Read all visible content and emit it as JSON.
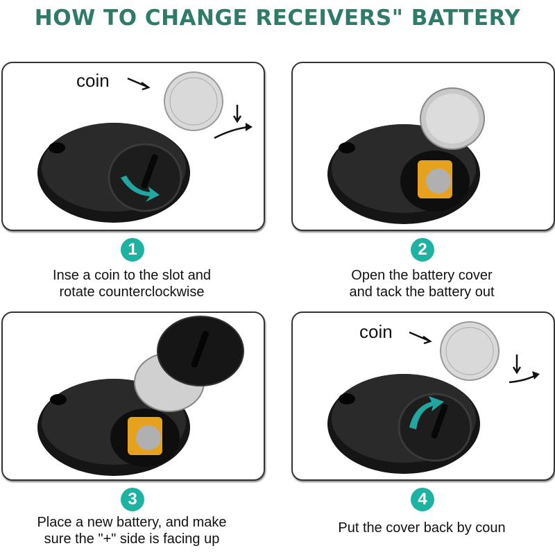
{
  "title": "HOW TO CHANGE RECEIVERS\" BATTERY",
  "colors": {
    "title": "#2f7a69",
    "badge": "#1db3a3",
    "arrow": "#1fa7a0",
    "device": "#151515"
  },
  "steps": [
    {
      "number": "1",
      "lines": [
        "Inse a coin to the slot and",
        "rotate counterclockwise"
      ],
      "coin_label": "coin"
    },
    {
      "number": "2",
      "lines": [
        "Open the battery cover",
        "and tack the battery out"
      ]
    },
    {
      "number": "3",
      "lines": [
        "Place a new battery, and make",
        "sure the \"+\" side is facing up"
      ]
    },
    {
      "number": "4",
      "lines": [
        "Put the cover back by coun"
      ],
      "coin_label": "coin"
    }
  ]
}
